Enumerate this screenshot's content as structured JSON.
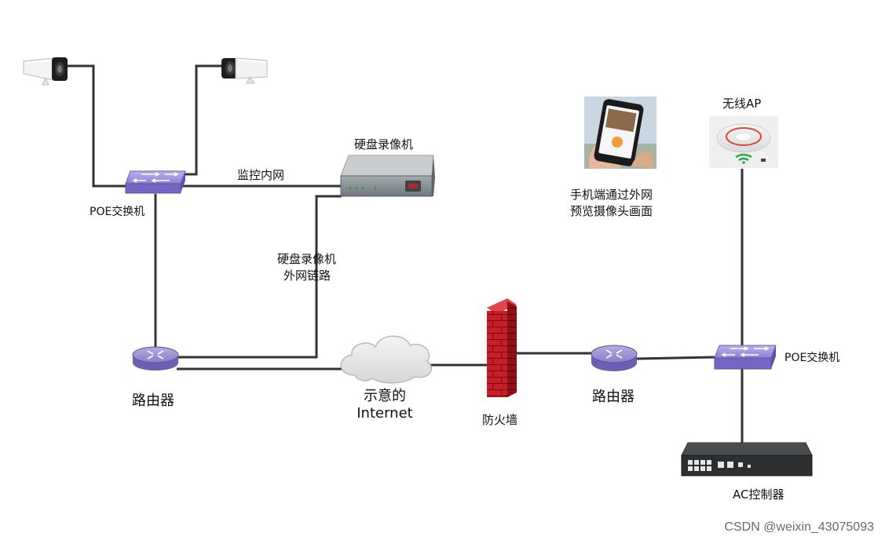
{
  "diagram": {
    "nvr_top_label": "硬盘录像机",
    "lan_label": "监控内网",
    "poe_switch_left_label": "POE交换机",
    "nvr_wan_label_line1": "硬盘录像机",
    "nvr_wan_label_line2": "外网链路",
    "router_left_label": "路由器",
    "internet_label_line1": "示意的",
    "internet_label_line2": "Internet",
    "firewall_label": "防火墙",
    "router_right_label": "路由器",
    "poe_switch_right_label": "POE交换机",
    "ap_label": "无线AP",
    "mobile_label_line1": "手机端通过外网",
    "mobile_label_line2": "预览摄像头画面",
    "ac_label": "AC控制器"
  },
  "watermark": "CSDN @weixin_43075093",
  "colors": {
    "line": "#333333",
    "switch": "#8d7fd4",
    "router": "#8a7fc9",
    "firewall": "#c8202a",
    "nvr": "#8e969a",
    "cloud": "#e9e9e9"
  }
}
